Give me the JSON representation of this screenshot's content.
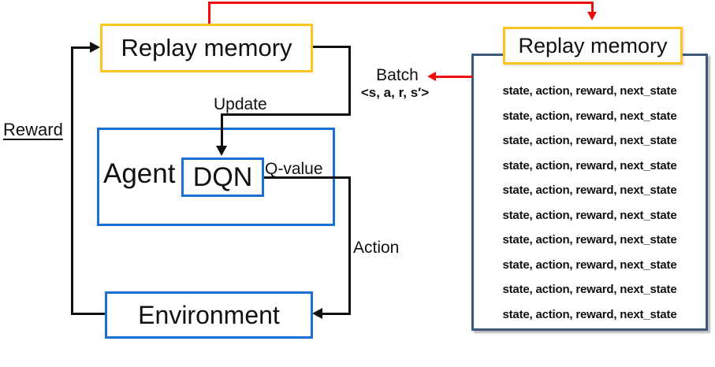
{
  "colors": {
    "accent_yellow": "#ffc31e",
    "accent_blue": "#1b6fd4",
    "buffer_navy": "#3e5a7a",
    "arrow_red": "#f20d0d",
    "line_black": "#101010"
  },
  "loop": {
    "replay_memory_label": "Replay memory",
    "reward_label": "Reward",
    "update_label": "Update",
    "agent_label": "Agent",
    "dqn_label": "DQN",
    "q_value_label": "Q-value",
    "action_label": "Action",
    "environment_label": "Environment"
  },
  "buffer": {
    "title_label": "Replay memory",
    "batch_label": "Batch",
    "batch_tuple_label": "<s, a, r, s′>",
    "rows": [
      "state, action, reward, next_state",
      "state, action, reward, next_state",
      "state, action, reward, next_state",
      "state, action, reward, next_state",
      "state, action, reward, next_state",
      "state, action, reward, next_state",
      "state, action, reward, next_state",
      "state, action, reward, next_state",
      "state, action, reward, next_state",
      "state, action, reward, next_state"
    ]
  }
}
